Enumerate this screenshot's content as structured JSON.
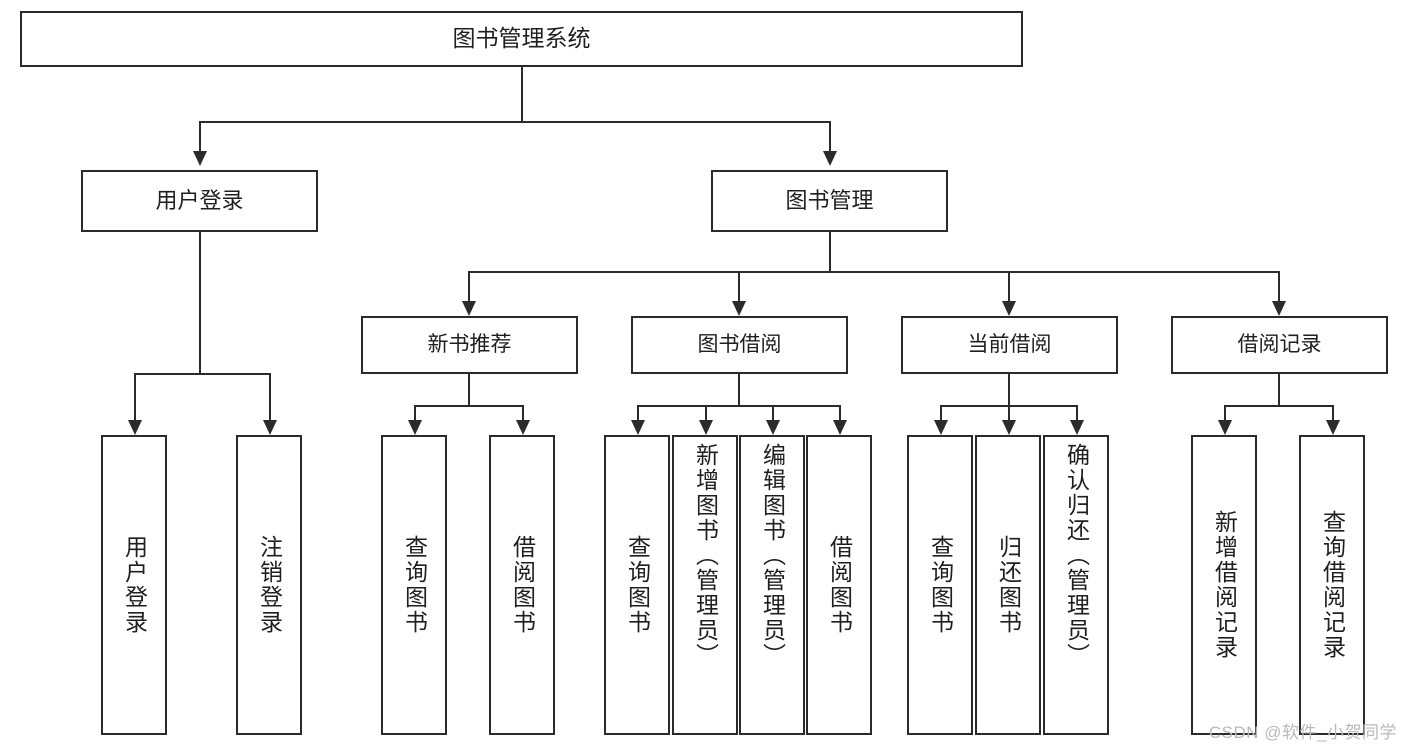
{
  "diagram": {
    "type": "tree-hierarchy",
    "title": "图书管理系统",
    "root": {
      "label": "图书管理系统"
    },
    "level2": [
      {
        "label": "用户登录"
      },
      {
        "label": "图书管理"
      }
    ],
    "level3": [
      {
        "label": "新书推荐"
      },
      {
        "label": "图书借阅"
      },
      {
        "label": "当前借阅"
      },
      {
        "label": "借阅记录"
      }
    ],
    "leaves": {
      "user_login": [
        {
          "label": "用户登录"
        },
        {
          "label": "注销登录"
        }
      ],
      "new_book_recommend": [
        {
          "label": "查询图书"
        },
        {
          "label": "借阅图书"
        }
      ],
      "book_borrow": [
        {
          "label": "查询图书"
        },
        {
          "label": "新增图书（管理员）"
        },
        {
          "label": "编辑图书（管理员）"
        },
        {
          "label": "借阅图书"
        }
      ],
      "current_borrow": [
        {
          "label": "查询图书"
        },
        {
          "label": "归还图书"
        },
        {
          "label": "确认归还（管理员）"
        }
      ],
      "borrow_record": [
        {
          "label": "新增借阅记录"
        },
        {
          "label": "查询借阅记录"
        }
      ]
    }
  },
  "watermark": {
    "text": "CSDN @软件_小贺同学"
  },
  "colors": {
    "border": "#2b2b2b",
    "background": "#ffffff",
    "text": "#1f1f1f",
    "watermark": "#b9b9b9"
  }
}
